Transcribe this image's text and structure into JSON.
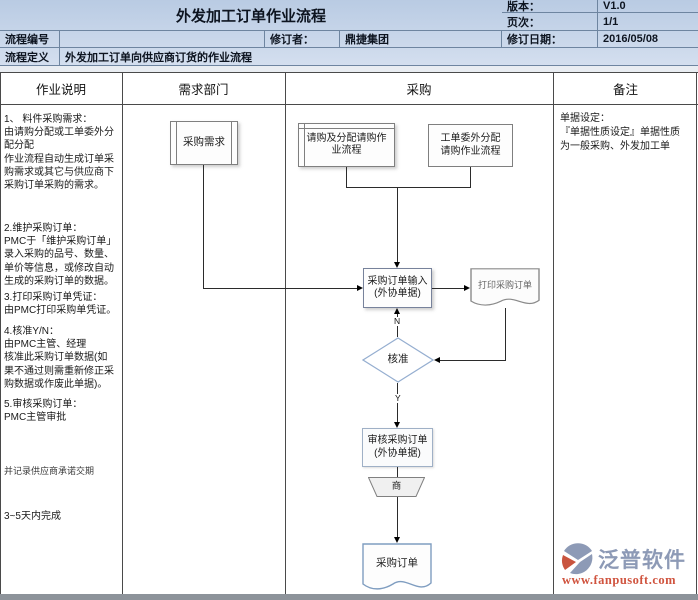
{
  "header": {
    "title": "外发加工订单作业流程",
    "version_label": "版本：",
    "version_value": "V1.0",
    "page_label": "页次：",
    "page_value": "1/1",
    "process_no_label": "流程编号",
    "process_no_value": "",
    "reviser_label": "修订者：",
    "reviser_value": "鼎捷集团",
    "date_label": "修订日期：",
    "date_value": "2016/05/08",
    "definition_label": "流程定义",
    "definition_value": "外发加工订单向供应商订货的作业流程"
  },
  "lanes": {
    "operations": "作业说明",
    "demand_dept": "需求部门",
    "procurement": "采购",
    "remarks": "备注"
  },
  "steps": [
    {
      "text": "1、 料件采购需求：\n由请购分配或工单委外分\n配分配\n作业流程自动生成订单采\n购需求或其它与供应商下\n采购订单采购的需求。"
    },
    {
      "text": "2.维护采购订单：\nPMC于「维护采购订单」\n录入采购的品号、数量、\n单价等信息，或修改自动\n生成的采购订单的数据。"
    },
    {
      "text": "3.打印采购订单凭证：\n由PMC打印采购单凭证。"
    },
    {
      "text": "4.核准Y/N：\n由PMC主管、经理\n核准此采购订单数据(如\n果不通过则需重新修正采\n购数据或作废此单据)。"
    },
    {
      "text": "5.审核采购订单：\nPMC主管审批"
    },
    {
      "text": "并记录供应商承诺交期"
    },
    {
      "text": "3~5天内完成"
    }
  ],
  "remarks_note": "单据设定：\n『单据性质设定』单据性质\n为一般采购、外发加工单",
  "shapes": {
    "purchase_demand": "采购需求",
    "requisition_flow": "请购及分配请购作\n业流程",
    "workorder_flow": "工单委外分配\n请购作业流程",
    "po_entry": "采购订单输入\n(外协单据)",
    "print_po": "打印采购订单",
    "approve": "核准",
    "review_po": "审核采购订单\n(外协单据)",
    "supplier": "商",
    "purchase_order": "采购订单",
    "label_n": "N",
    "label_y": "Y"
  },
  "logo": {
    "name": "泛普软件",
    "url": "www.fanpusoft.com"
  },
  "colors": {
    "header_bg": "#c6d5e9",
    "diamond_stroke": "#95aed0",
    "doc_stroke": "#7f9dc0",
    "gray_stroke": "#7f7f7f",
    "logo_text": "#8d9ab6",
    "logo_red": "#c9543e",
    "url_red": "#d0543f"
  }
}
